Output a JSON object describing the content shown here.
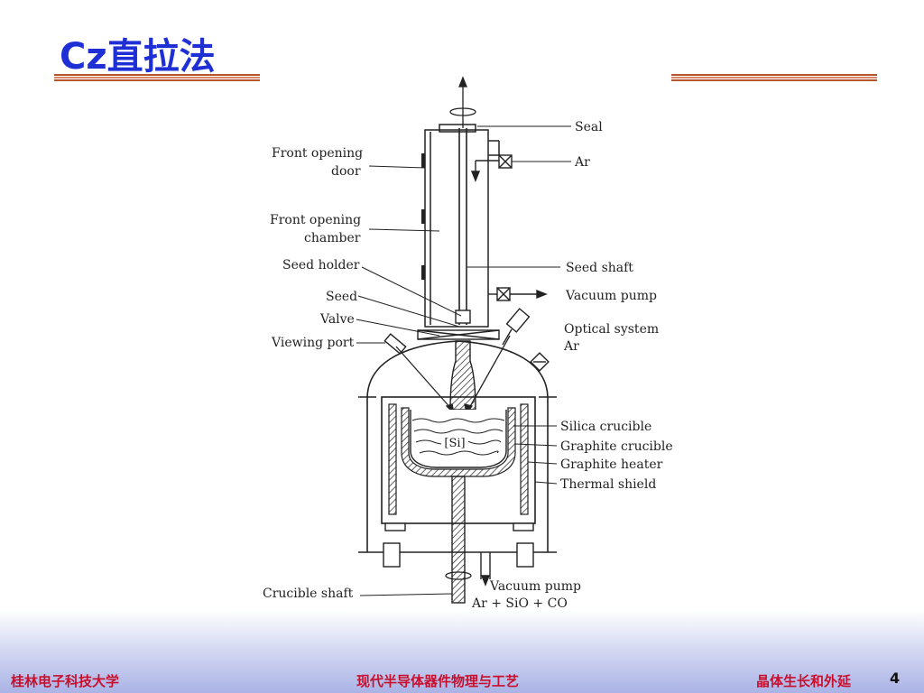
{
  "slide": {
    "title": "Cz直拉法",
    "page_number": "4"
  },
  "footer": {
    "left": "桂林电子科技大学",
    "center": "现代半导体器件物理与工艺",
    "right": "晶体生长和外延"
  },
  "diagram": {
    "labels": {
      "seal": "Seal",
      "ar_top": "Ar",
      "front_opening_door_1": "Front opening",
      "front_opening_door_2": "door",
      "front_opening_chamber_1": "Front opening",
      "front_opening_chamber_2": "chamber",
      "seed_holder": "Seed holder",
      "seed_shaft": "Seed shaft",
      "seed": "Seed",
      "vacuum_pump_top": "Vacuum pump",
      "valve": "Valve",
      "optical_system": "Optical system",
      "ar_mid": "Ar",
      "viewing_port": "Viewing port",
      "silica_crucible": "Silica crucible",
      "silicon_melt": "[Si]",
      "graphite_crucible": "Graphite crucible",
      "graphite_heater": "Graphite heater",
      "thermal_shield": "Thermal shield",
      "crucible_shaft": "Crucible shaft",
      "vacuum_pump_bottom": "Vacuum pump",
      "exhaust_gases": "Ar + SiO + CO"
    }
  }
}
